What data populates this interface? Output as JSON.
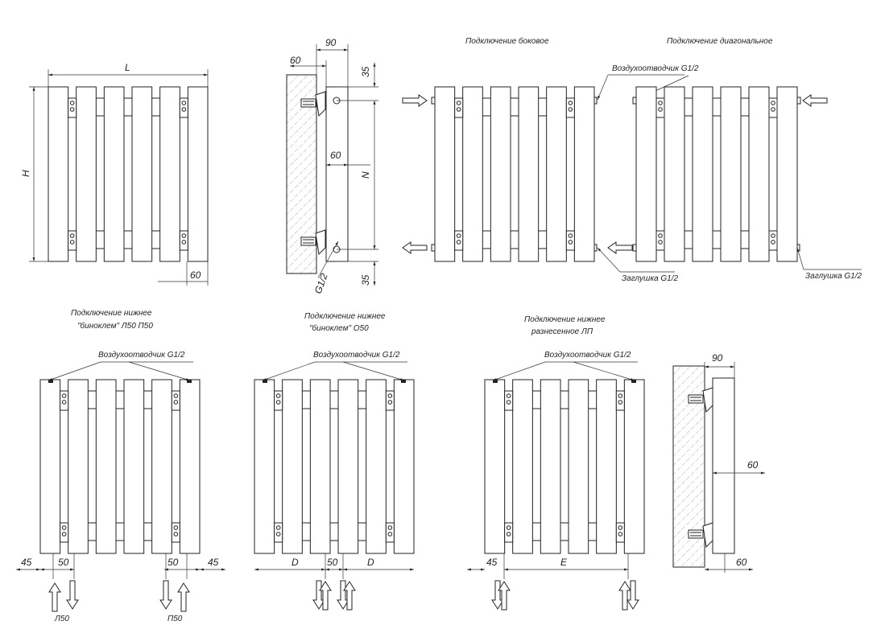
{
  "titles": {
    "side": "Подключение боковое",
    "diagonal": "Подключение диагональное",
    "bottom_lp_line1": "Подключение нижнее",
    "bottom_lp_line2": "\"биноклем\" Л50  П50",
    "bottom_o_line1": "Подключение нижнее",
    "bottom_o_line2": "\"биноклем\" О50",
    "bottom_sep_line1": "Подключение нижнее",
    "bottom_sep_line2": "разнесенное ЛП"
  },
  "labels": {
    "air_vent": "Воздухоотводчик G1/2",
    "plug": "Заглушка G1/2"
  },
  "dims": {
    "L": "L",
    "H": "H",
    "d60_front": "60",
    "d90_top": "90",
    "d60_wall": "60",
    "d35_top": "35",
    "N": "N",
    "d60_mid": "60",
    "g12": "G1/2",
    "d35_bot": "35",
    "d45_a": "45",
    "d50_a": "50",
    "d50_b": "50",
    "d45_b": "45",
    "D_a": "D",
    "d50_c": "50",
    "D_b": "D",
    "d45_c": "45",
    "E": "E",
    "d90_side2": "90",
    "d60_side2": "60",
    "d60_side2b": "60",
    "L50": "Л50",
    "P50": "П50"
  }
}
